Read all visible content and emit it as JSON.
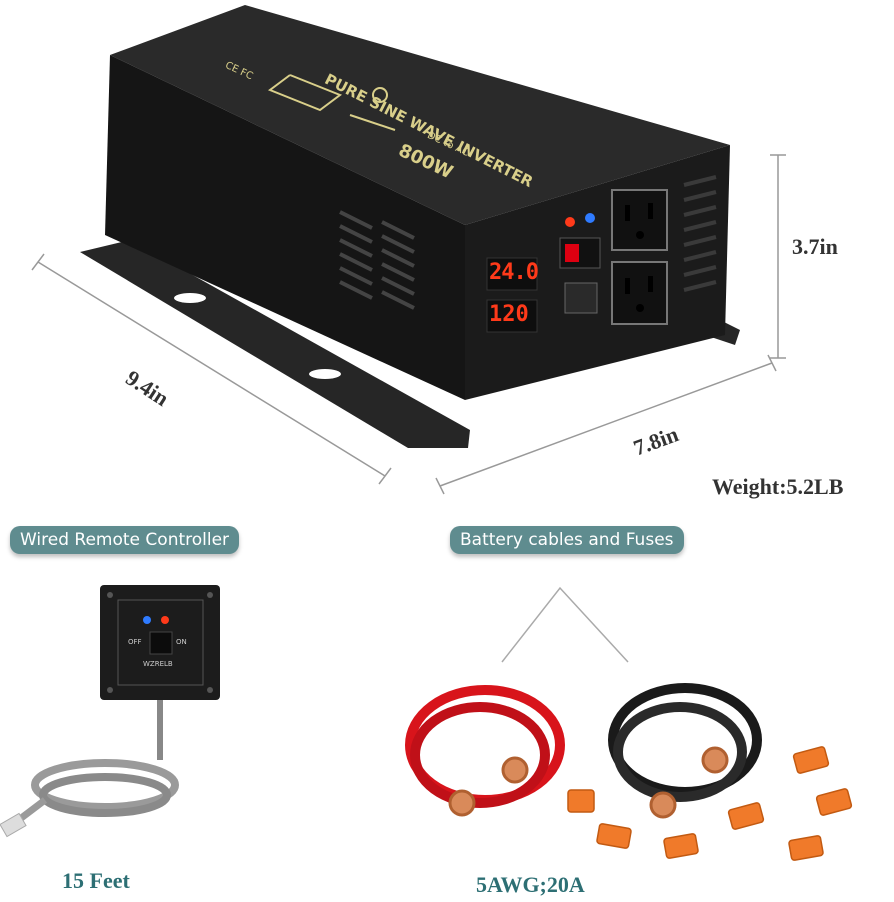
{
  "product": {
    "top_text": "PURE SINE WAVE INVERTER",
    "certs": "CE FC",
    "mode": "DC to AC",
    "power": "800W",
    "display_voltage_in": "24.0",
    "display_voltage_out": "120"
  },
  "dimensions": {
    "height": "3.7in",
    "length": "9.4in",
    "width": "7.8in",
    "weight": "Weight:5.2LB"
  },
  "remote": {
    "label": "Wired Remote Controller",
    "off": "OFF",
    "on": "ON",
    "brand": "WZRELB",
    "cable_length": "15 Feet"
  },
  "cables": {
    "label": "Battery cables and Fuses",
    "spec": "5AWG;20A"
  },
  "colors": {
    "pill_bg": "#5f8c8f",
    "caption": "#2d6f74",
    "body": "#1e1e1e",
    "led": "#ff3a1a",
    "red_cable": "#d8141b",
    "black_cable": "#1a1a1a",
    "fuse": "#f07a2a"
  }
}
